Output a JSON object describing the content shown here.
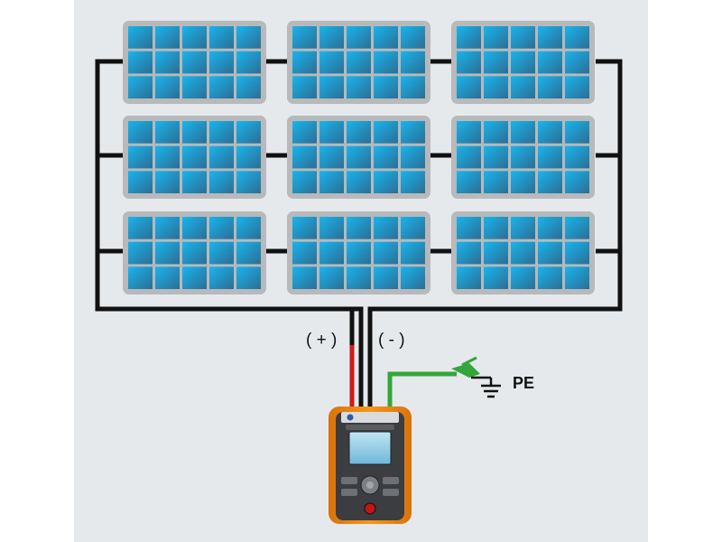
{
  "diagram": {
    "panel_grid": {
      "rows": 3,
      "columns": 3,
      "cell_rows": 3,
      "cell_columns": 5
    },
    "labels": {
      "positive": "( + )",
      "negative": "( - )",
      "earth": "PE"
    },
    "device": {
      "icon": "insulation-tester-icon",
      "screen_icon": "lcd-screen-icon",
      "dpad_icon": "navigation-pad-icon",
      "go_button_icon": "red-go-button-icon"
    },
    "icons": {
      "earth": "ground-symbol-icon",
      "probe": "alligator-clip-icon",
      "panel": "solar-panel-icon"
    },
    "colors": {
      "background": "#e6e9eb",
      "wire": "#111111",
      "positive_lead": "#cc1b1b",
      "earth_lead": "#33a63a",
      "panel_frame": "#b7b9bb",
      "cell_light": "#18b4ee",
      "cell_dark": "#2c6e93",
      "device_body": "#f08a12",
      "device_face": "#3b3d40"
    }
  }
}
